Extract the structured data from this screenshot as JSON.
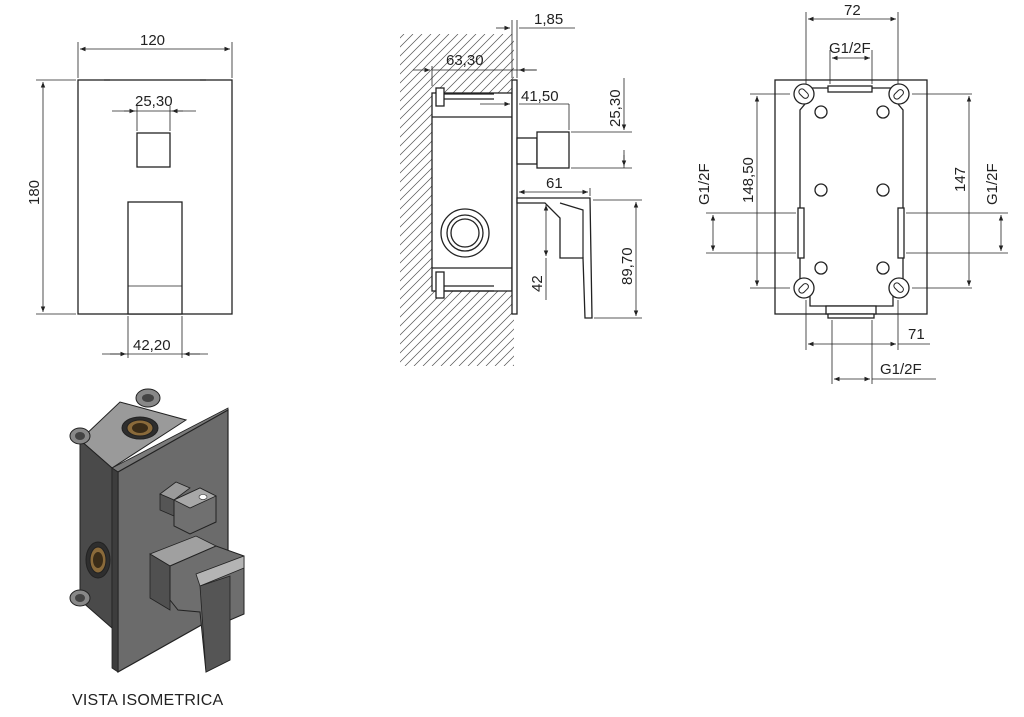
{
  "front_view": {
    "dim_width": "120",
    "dim_height": "180",
    "dim_knob": "25,30",
    "dim_lever": "42,20"
  },
  "side_view": {
    "dim_plate": "1,85",
    "dim_depth": "63,30",
    "dim_knob_depth": "41,50",
    "dim_knob_size": "25,30",
    "dim_lever_depth": "61",
    "dim_lever_height": "42",
    "dim_lever_offset": "89,70"
  },
  "box_view": {
    "dim_top": "72",
    "dim_top_thread": "G1/2F",
    "dim_left_height": "148,50",
    "dim_left_thread": "G1/2F",
    "dim_right_height": "147",
    "dim_right_thread": "G1/2F",
    "dim_bottom": "71",
    "dim_bottom_thread": "G1/2F"
  },
  "iso_caption": "VISTA ISOMETRICA",
  "colors": {
    "line": "#222222",
    "iso_dark": "#3d3d3d",
    "iso_mid": "#6b6b6b",
    "iso_light": "#9a9a9a",
    "thread": "#8a6a3a"
  }
}
